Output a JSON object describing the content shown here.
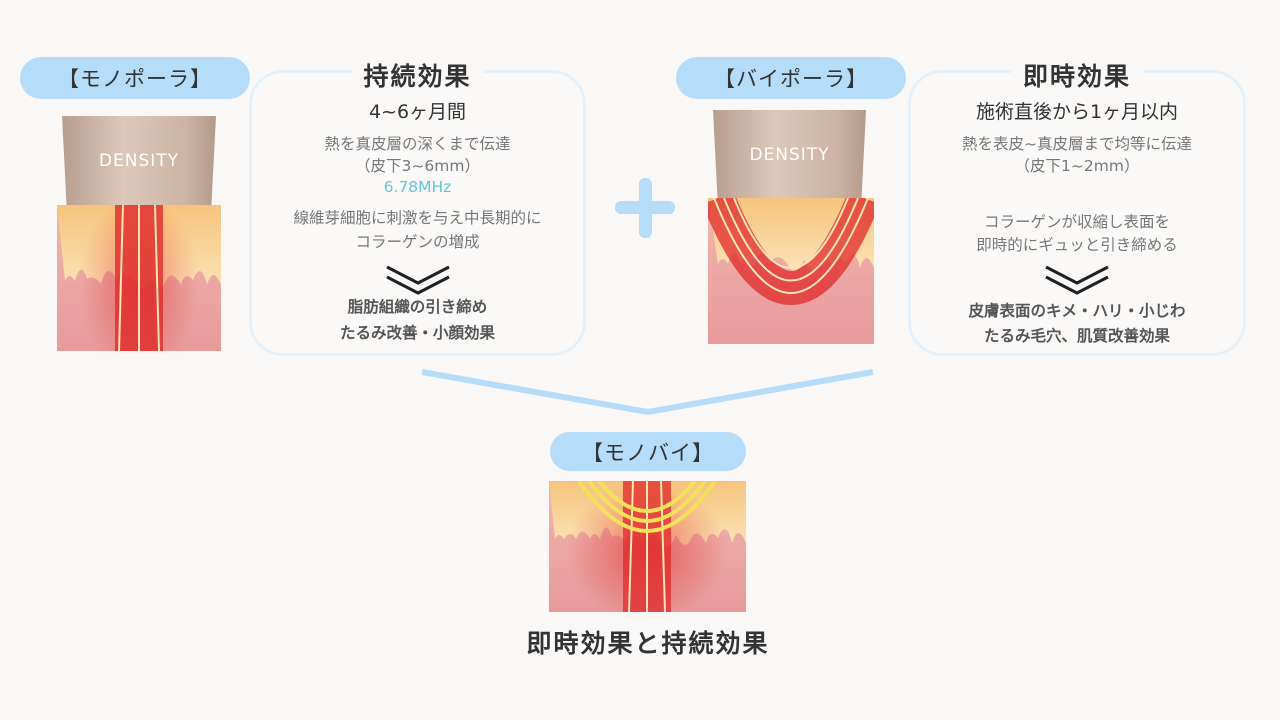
{
  "monopolar": {
    "label": "【モノポーラ】",
    "device_label": "DENSITY"
  },
  "bipolar": {
    "label": "【バイポーラ】",
    "device_label": "DENSITY"
  },
  "combined": {
    "label": "【モノバイ】",
    "caption": "即時効果と持続効果"
  },
  "sustained": {
    "title": "持続効果",
    "duration": "4~6ヶ月間",
    "desc1": "熱を真皮層の深くまで伝達",
    "desc2": "（皮下3~6mm）",
    "frequency": "6.78MHz",
    "desc3": "線維芽細胞に刺激を与え中長期的に",
    "desc4": "コラーゲンの増成",
    "result1": "脂肪組織の引き締め",
    "result2": "たるみ改善・小顔効果"
  },
  "immediate": {
    "title": "即時効果",
    "duration": "施術直後から1ヶ月以内",
    "desc1": "熱を表皮~真皮層まで均等に伝達",
    "desc2": "（皮下1~2mm）",
    "desc3": "コラーゲンが収縮し表面を",
    "desc4": "即時的にギュッと引き締める",
    "result1": "皮膚表面のキメ・ハリ・小じわ",
    "result2": "たるみ毛穴、肌質改善効果"
  },
  "colors": {
    "accent": "#b5dcf8",
    "frequency": "#6ac3d3"
  }
}
